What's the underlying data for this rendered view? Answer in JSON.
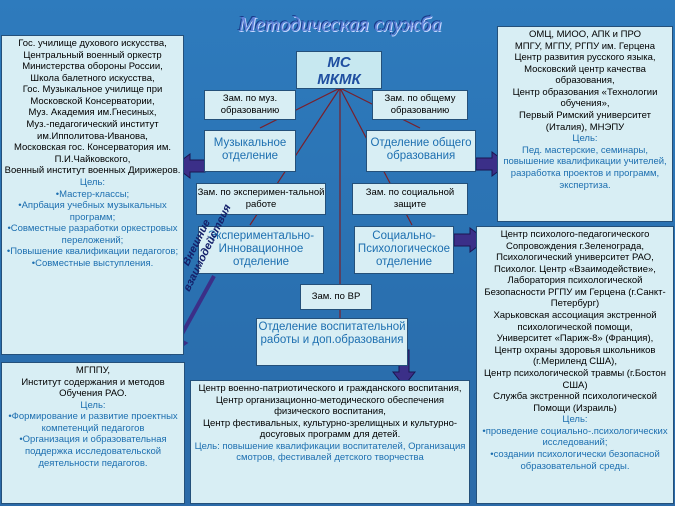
{
  "title": "Методическая служба",
  "center": {
    "line1": "МС",
    "line2": "МКМК"
  },
  "deputies": {
    "music": "Зам. по муз. образованию",
    "general": "Зам. по общему образованию",
    "experimental": "Зам. по эксперимен-тальной работе",
    "social": "Зам. по социальной защите",
    "vr": "Зам. по ВР"
  },
  "departments": {
    "music": "Музыкальное отделение",
    "general": "Отделение общего образования",
    "experimental": "Экспериментально-Инновационное отделение",
    "social": "Социально-Психологическое отделение",
    "upbringing": "Отделение воспитательной работы и доп.образования"
  },
  "external_label": "Внешние взаимодействия",
  "panels": {
    "left_top": {
      "lines": [
        "Гос. училище духового искусства,",
        "Центральный военный оркестр Министерства обороны России,",
        "Школа балетного искусства,",
        "Гос. Музыкальное училище при Московской Консерватории,",
        "Муз. Академия им.Гнесиных,",
        "Муз.-педагогический институт им.Ипполитова-Иванова,",
        "Московская гос. Консерватория им. П.И.Чайковского,",
        "Военный институт военных Дирижеров."
      ],
      "goal_title": "Цель:",
      "goals": [
        "•Мастер-классы;",
        "•Апрбация учебных музыкальных программ;",
        "•Совместные разработки оркестровых переложений;",
        "•Повышение квалификации педагогов;",
        "•Совместные выступления."
      ]
    },
    "right_top": {
      "lines": [
        "ОМЦ, МИОО, АПК и ПРО",
        "МПГУ, МГПУ, РГПУ им. Герцена",
        "Центр развития русского языка,",
        "Московский центр качества образования,",
        "Центр образования «Технологии обучения»,",
        "Первый Римский университет (Италия), МНЭПУ"
      ],
      "goal_title": "Цель:",
      "goals": [
        "Пед. мастерские, семинары, повышение квалификации учителей, разработка проектов и программ, экспертиза."
      ]
    },
    "left_bottom": {
      "lines": [
        "МГППУ,",
        "Институт содержания и методов Обучения РАО."
      ],
      "goal_title": "Цель:",
      "goals": [
        "•Формирование и развитие проектных компетенций педагогов",
        "•Организация и образовательная поддержка исследовательской деятельности педагогов."
      ]
    },
    "center_bottom": {
      "lines": [
        "Центр военно-патриотического и гражданского воспитания,",
        "Центр организационно-методического обеспечения физического воспитания,",
        "Центр фестивальных, культурно-зрелищных и культурно-досуговых программ для детей."
      ],
      "goal_title": "Цель:",
      "goals": [
        "повышение квалификации воспитателей, Организация смотров, фестивалей детского творчества"
      ]
    },
    "right_bottom": {
      "lines": [
        "Центр психолого-педагогического Сопровождения г.Зеленограда,",
        "Психологический университет РАО,",
        "Психолог. Центр «Взаимодействие»,",
        "Лаборатория психологической Безопасности РГПУ им Герцена (г.Санкт-Петербург)",
        "Харьковская ассоциация экстренной психологической помощи,",
        "Университет «Париж-8» (Франция),",
        "Центр охраны здоровья школьников (г.Мериленд США),",
        "Центр психологической травмы (г.Бостон США)",
        "Служба экстренной психологической Помощи (Израиль)"
      ],
      "goal_title": "Цель:",
      "goals": [
        "•проведение социально-.психологических исследований;",
        "•создании психологически безопасной образовательной среды."
      ]
    }
  },
  "colors": {
    "background": "#2a74b4",
    "panel": "#d8eef4",
    "accent_text": "#1d6fb0",
    "arrow": "#3b2f88"
  }
}
